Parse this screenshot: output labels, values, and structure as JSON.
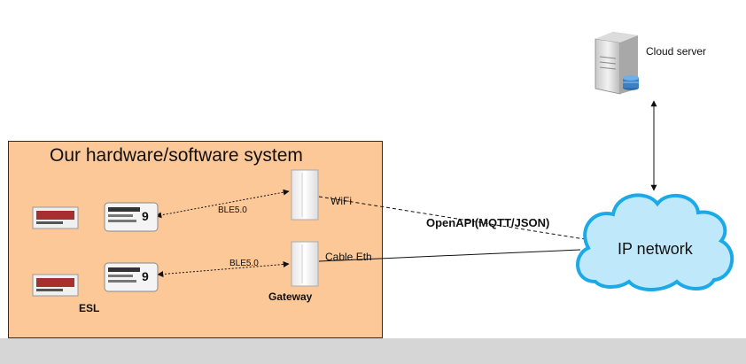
{
  "system_title": "Our hardware/software system",
  "labels": {
    "esl": "ESL",
    "gateway": "Gateway",
    "wifi": "WiFi",
    "cable_eth": "Cable Eth",
    "ble_top": "BLE5.0",
    "ble_bottom": "BLE5.0",
    "openapi": "OpenAPI(MQTT/JSON)",
    "cloud_server": "Cloud server",
    "ip_network": "IP network"
  },
  "esl_display_price": "9",
  "colors": {
    "system_box": "#fcc898",
    "cloud_fill": "#bfe9fb",
    "cloud_stroke": "#1ba9e8",
    "esl_red": "#a5302f"
  }
}
